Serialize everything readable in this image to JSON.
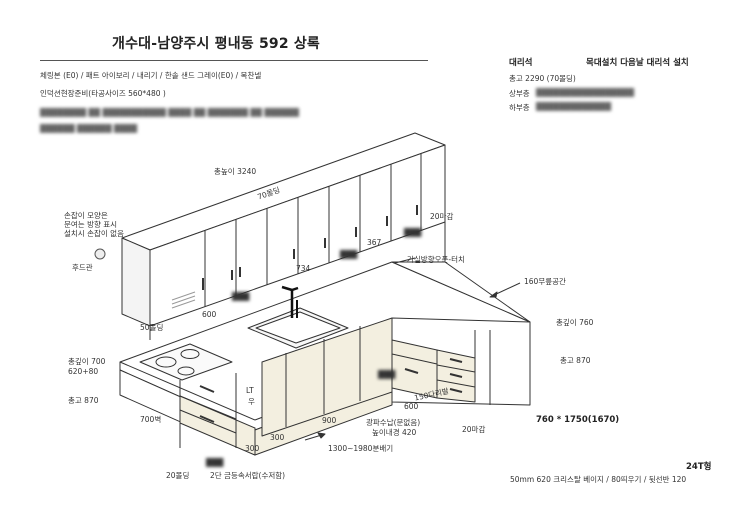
{
  "header": {
    "title": "개수대-남양주시 평내동 592 상록",
    "spec_line1": "체링본 (E0) / 패트 아이보리 / 내리기 / 한솔 샌드 그레이(E0) / 목찬넬",
    "spec_line2": "인덕션현장준비(타공사이즈 560*480 )"
  },
  "stone": {
    "heading": "대리석",
    "heading_right": "목대설치 다음날 대리석 설치",
    "line1": "총고 2290 (70몰딩)",
    "line2_label": "상부층",
    "line3_label": "하부층"
  },
  "dims": {
    "total_height": "총높이 3240",
    "molding_70": "70몰딩",
    "gap_20_top": "20마감",
    "w367": "367",
    "w734": "734",
    "w600_upper": "600",
    "molding_50": "50몰딩",
    "living_open": "거실방향오픈-터치",
    "knee_space": "160무릎공간",
    "depth_760": "총깊이 760",
    "height_870_right": "총고 870",
    "depth_700": "총깊이 700",
    "depth_620": "620+80",
    "height_870_left": "총고 870",
    "wall_700": "700벽",
    "lt": "LT",
    "right_mark": "우",
    "w300_a": "300",
    "w300_b": "300",
    "w900": "900",
    "w600_lower": "600",
    "leg_150": "150다리발",
    "gap_20_bottom": "20마감",
    "light": "광파수납(문없음)",
    "inner_420": "높이내경 420",
    "island_size": "760 * 1750(1670)",
    "dish_range": "1300~1980분배기",
    "molding_20": "20몰딩",
    "drawer_note": "2단 금등속서랍(수저함)",
    "island_top_note": "24T형",
    "island_bottom_note": "50mm 620 크리스탈 베이지 / 80띄우기 / 뒷선반 120"
  },
  "notes": {
    "handle_note_1": "손잡이 모양은",
    "handle_note_2": "문여는 방향 표시",
    "handle_note_3": "설치시 손잡이 없음",
    "hood": "후드관"
  }
}
